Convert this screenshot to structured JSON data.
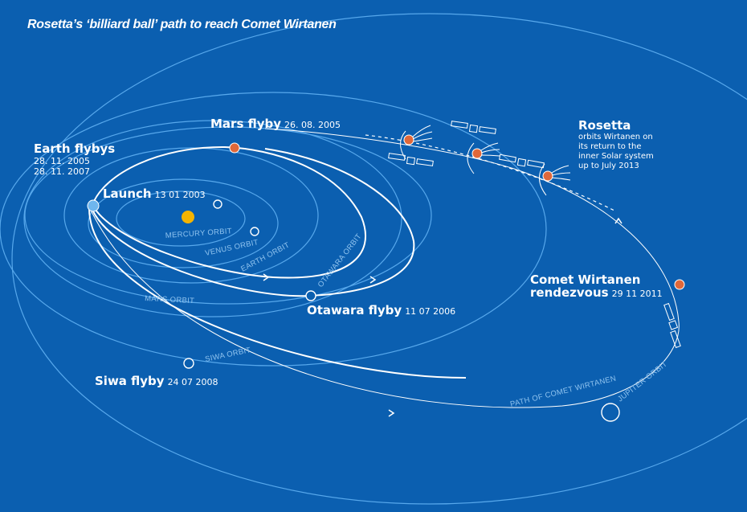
{
  "title": "Rosetta’s ‘billiard ball’ path to reach Comet Wirtanen",
  "colors": {
    "background": "#0b5fb0",
    "orbit_line": "#57a8ec",
    "orbit_label": "#8fc3ef",
    "sun": "#f5b400",
    "marker": "#e0683a",
    "path": "#ffffff"
  },
  "orbit_labels": {
    "mercury": "MERCURY ORBIT",
    "venus": "VENUS ORBIT",
    "earth": "EARTH ORBIT",
    "mars": "MARS ORBIT",
    "otawara": "OTAWARA ORBIT",
    "siwa": "SIWA ORBIT",
    "jupiter": "JUPITER ORBIT",
    "comet": "PATH OF COMET WIRTANEN"
  },
  "events": {
    "mars_flyby": {
      "name": "Mars flyby",
      "date": "26. 08. 2005"
    },
    "earth_flybys": {
      "name": "Earth flybys",
      "dates": [
        "28. 11. 2005",
        "28. 11. 2007"
      ]
    },
    "launch": {
      "name": "Launch",
      "date": "13 01 2003"
    },
    "otawara_flyby": {
      "name": "Otawara flyby",
      "date": "11 07 2006"
    },
    "siwa_flyby": {
      "name": "Siwa flyby",
      "date": "24 07 2008"
    },
    "rendezvous": {
      "name_line1": "Comet Wirtanen",
      "name_line2": "rendezvous",
      "date": "29 11 2011"
    },
    "rosetta": {
      "name": "Rosetta",
      "description": [
        "orbits Wirtanen on",
        "its return to the",
        "inner Solar system",
        "up to July 2013"
      ]
    }
  }
}
